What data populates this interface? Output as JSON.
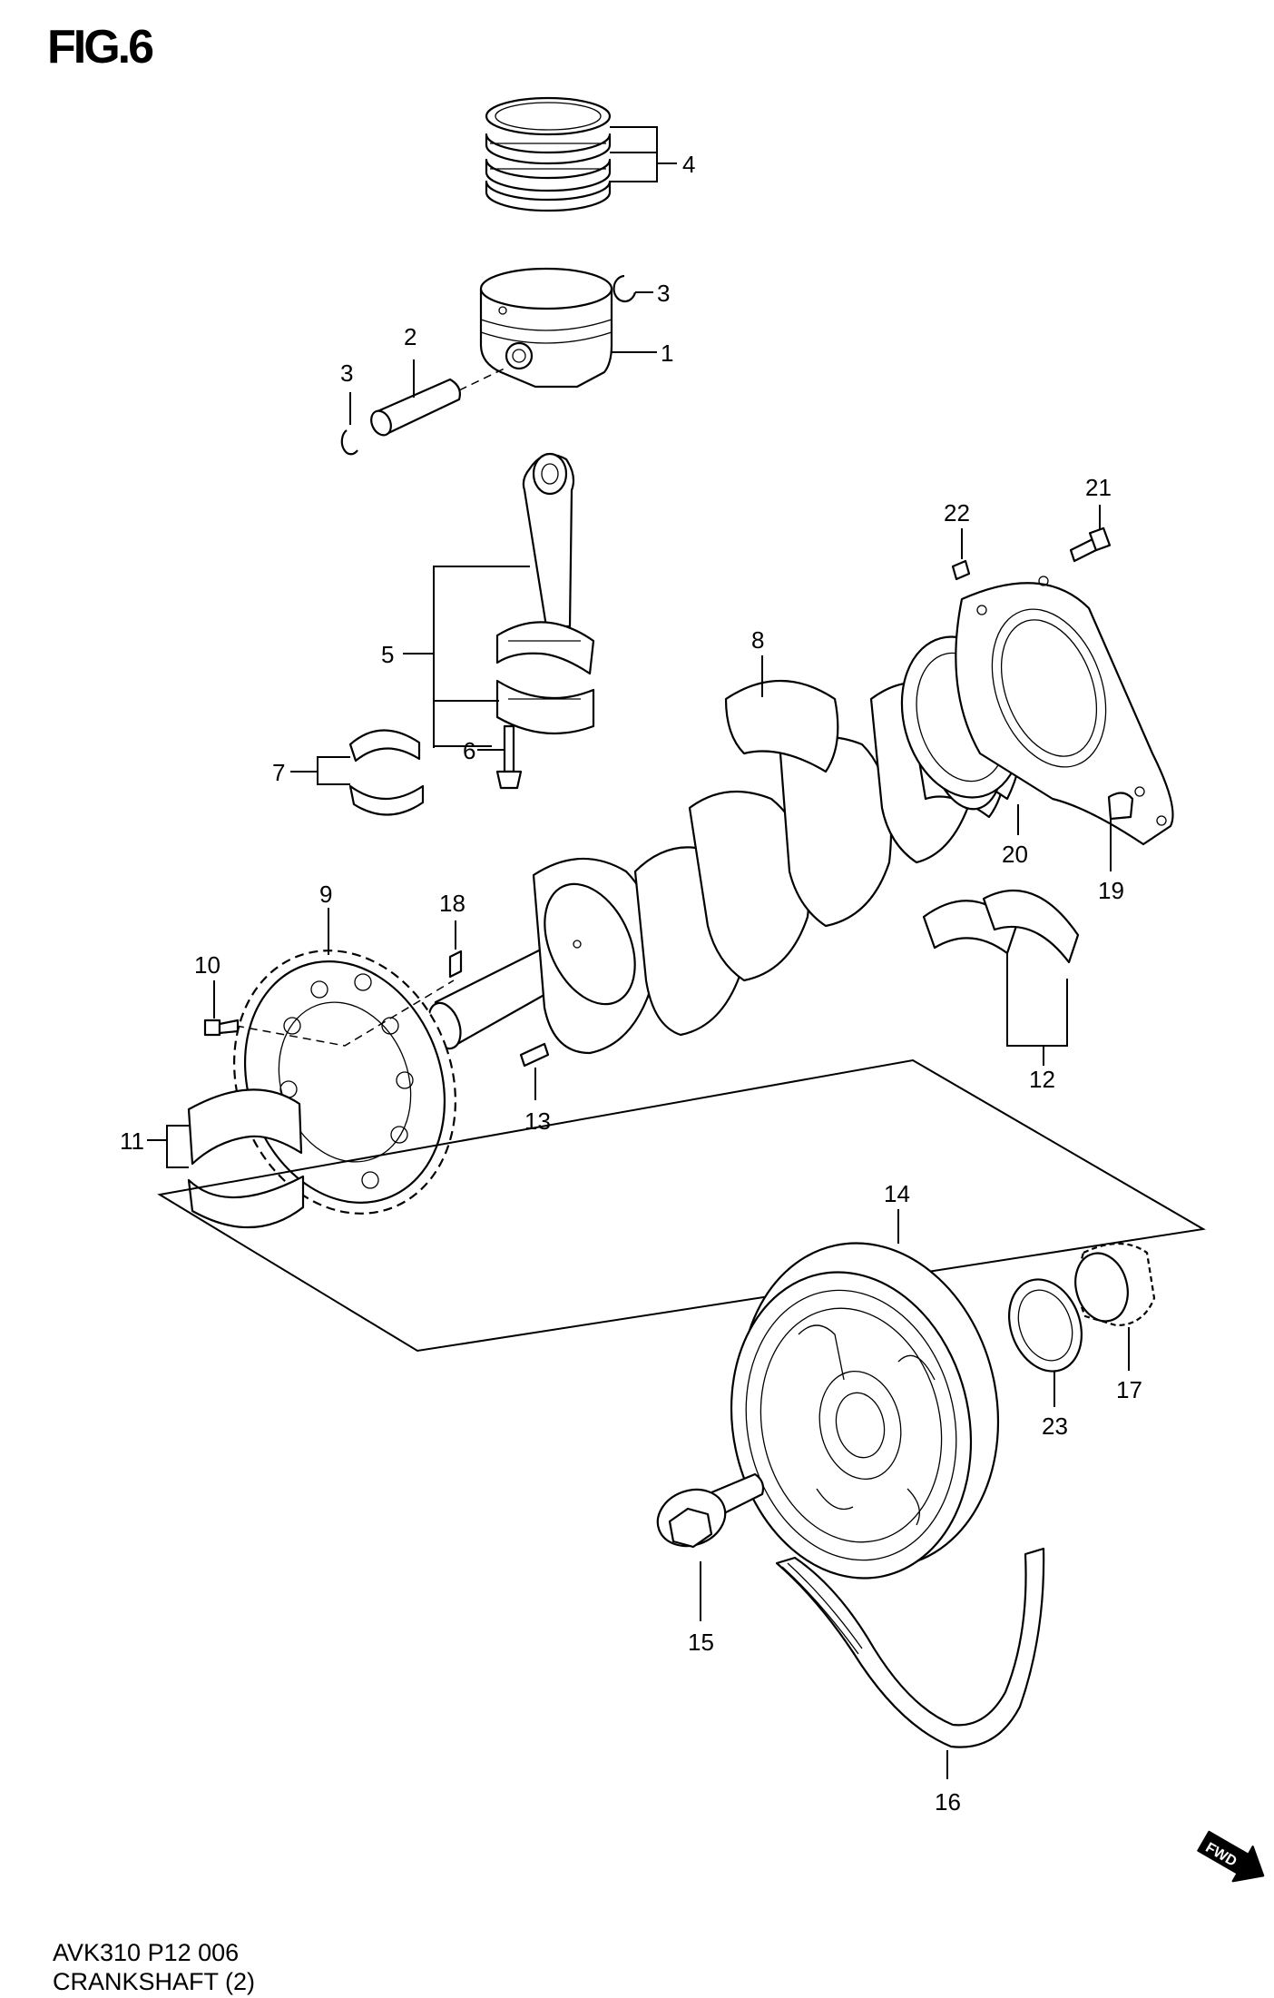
{
  "figure": {
    "title": "FIG.6",
    "code": "AVK310 P12 006",
    "name": "CRANKSHAFT (2)",
    "fwd_label": "FWD"
  },
  "callouts": {
    "c1": "1",
    "c2": "2",
    "c3a": "3",
    "c3b": "3",
    "c4": "4",
    "c5": "5",
    "c6": "6",
    "c7": "7",
    "c8": "8",
    "c9": "9",
    "c10": "10",
    "c11": "11",
    "c12": "12",
    "c13": "13",
    "c14": "14",
    "c15": "15",
    "c16": "16",
    "c17": "17",
    "c18": "18",
    "c19": "19",
    "c20": "20",
    "c21": "21",
    "c22": "22",
    "c23": "23"
  }
}
